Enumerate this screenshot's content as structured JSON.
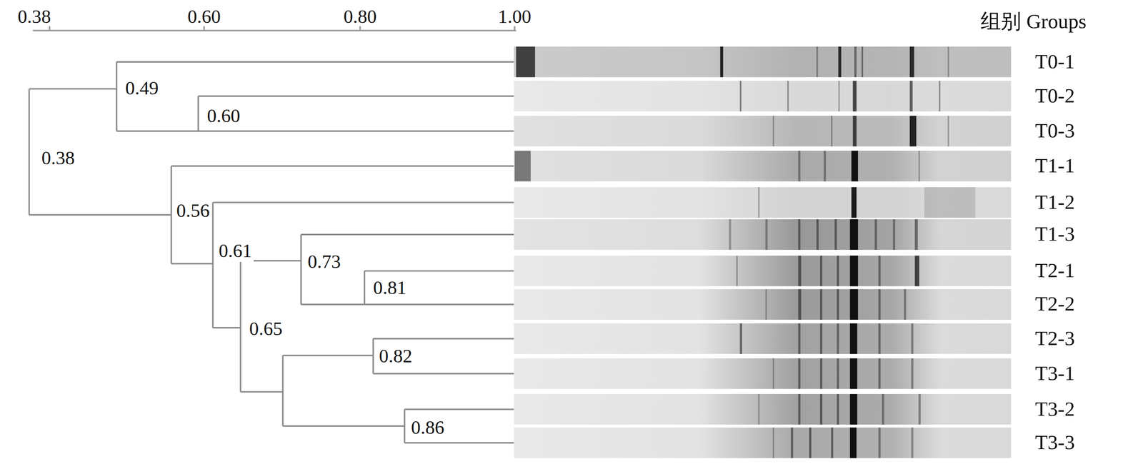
{
  "diagram": {
    "labels": [
      "0.38",
      "0.60",
      "0.80",
      "1.00",
      "组别 Groups",
      "0.49",
      "0.60",
      "0.38",
      "0.56",
      "0.61",
      "0.73",
      "0.81",
      "0.65",
      "0.82",
      "0.86",
      "T0-1",
      "T0-2",
      "T0-3",
      "T1-1",
      "T1-2",
      "T1-3",
      "T2-1",
      "T2-2",
      "T2-3",
      "T3-1",
      "T3-2",
      "T3-3"
    ]
  }
}
